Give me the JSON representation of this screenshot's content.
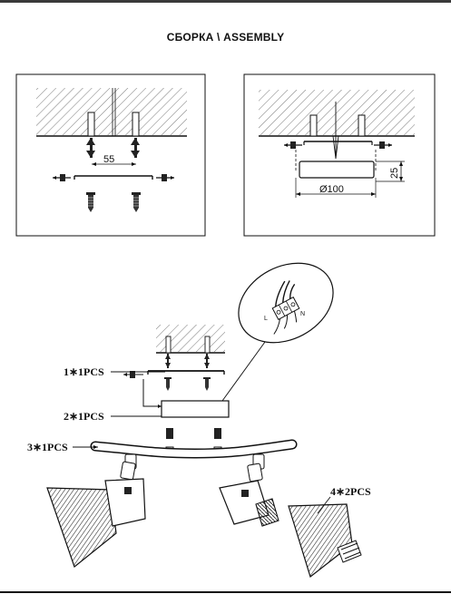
{
  "title": "СБОРКА \\ ASSEMBLY",
  "panel_left": {
    "dimension": "55"
  },
  "panel_right": {
    "height_dimension": "25",
    "diameter_dimension": "Ø100"
  },
  "parts": [
    {
      "label": "1∗1PCS"
    },
    {
      "label": "2∗1PCS"
    },
    {
      "label": "3∗1PCS"
    },
    {
      "label": "4∗2PCS"
    }
  ],
  "terminal_letters": [
    "L",
    "N"
  ]
}
